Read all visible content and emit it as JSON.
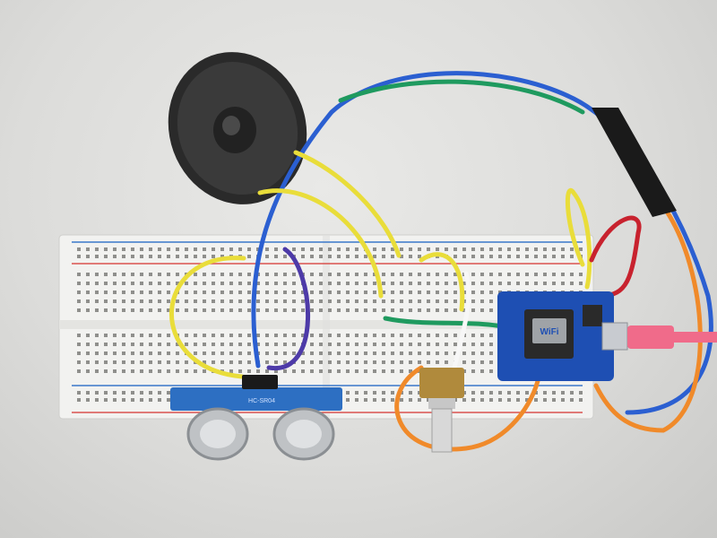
{
  "scene": {
    "subject": "breadboard-circuit-photo",
    "background_color": "#dcdcda"
  },
  "components": {
    "speaker": {
      "cone_color": "#2a2a2a"
    },
    "breadboard": {
      "body_color": "#f2f2f0",
      "rail_red": "#d9534f",
      "rail_blue": "#3b78c9"
    },
    "ultrasonic_sensor": {
      "board_color": "#2d6fc2",
      "module_label": "HC-SR04"
    },
    "potentiometer": {
      "body_color": "#b08a3c"
    },
    "microcontroller": {
      "board_color": "#1e4fb3",
      "chip_label": "WiFi"
    },
    "usb_cable": {
      "color": "#f06b8a"
    }
  },
  "wire_colors": {
    "yellow": "#e9dd3a",
    "blue": "#2b5fd1",
    "green": "#1f9a5f",
    "red": "#c8222e",
    "orange": "#f08a2a",
    "white": "#f7f7f7",
    "purple": "#4d3aa8",
    "black": "#1a1a1a"
  }
}
